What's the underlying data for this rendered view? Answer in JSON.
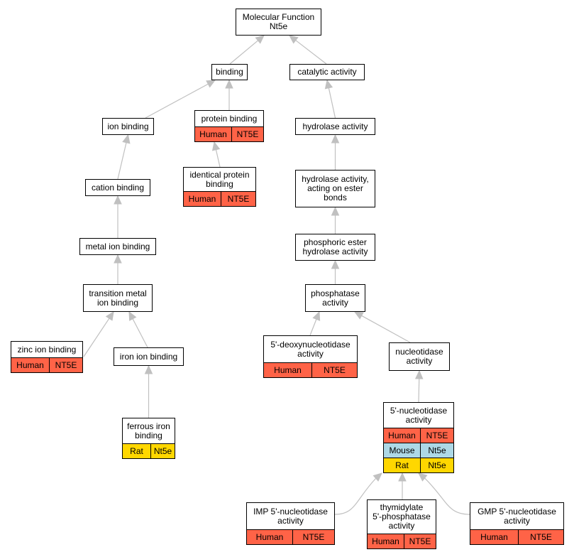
{
  "colors": {
    "edge": "#c0c0c0",
    "species": {
      "Human": "#ff6347",
      "Mouse": "#add8e6",
      "Rat": "#ffd700"
    }
  },
  "nodes": [
    {
      "id": "mf",
      "label": "Molecular Function\nNt5e",
      "rows": []
    },
    {
      "id": "binding",
      "label": "binding",
      "rows": []
    },
    {
      "id": "catalytic",
      "label": "catalytic activity",
      "rows": []
    },
    {
      "id": "ionbinding",
      "label": "ion binding",
      "rows": []
    },
    {
      "id": "proteinbinding",
      "label": "protein binding",
      "rows": [
        {
          "species": "Human",
          "gene": "NT5E"
        }
      ]
    },
    {
      "id": "hydrolase",
      "label": "hydrolase activity",
      "rows": []
    },
    {
      "id": "identical",
      "label": "identical protein\nbinding",
      "rows": [
        {
          "species": "Human",
          "gene": "NT5E"
        }
      ]
    },
    {
      "id": "cation",
      "label": "cation binding",
      "rows": []
    },
    {
      "id": "hydroester",
      "label": "hydrolase activity,\nacting on ester\nbonds",
      "rows": []
    },
    {
      "id": "phosphoric",
      "label": "phosphoric ester\nhydrolase activity",
      "rows": []
    },
    {
      "id": "metalion",
      "label": "metal ion binding",
      "rows": []
    },
    {
      "id": "transition",
      "label": "transition metal\nion binding",
      "rows": []
    },
    {
      "id": "phosphatase",
      "label": "phosphatase\nactivity",
      "rows": []
    },
    {
      "id": "zinc",
      "label": "zinc ion binding",
      "rows": [
        {
          "species": "Human",
          "gene": "NT5E"
        }
      ]
    },
    {
      "id": "iron",
      "label": "iron ion binding",
      "rows": []
    },
    {
      "id": "deoxy",
      "label": "5'-deoxynucleotidase\nactivity",
      "rows": [
        {
          "species": "Human",
          "gene": "NT5E"
        }
      ]
    },
    {
      "id": "nucleotidase",
      "label": "nucleotidase\nactivity",
      "rows": []
    },
    {
      "id": "n5",
      "label": "5'-nucleotidase\nactivity",
      "rows": [
        {
          "species": "Human",
          "gene": "NT5E"
        },
        {
          "species": "Mouse",
          "gene": "Nt5e"
        },
        {
          "species": "Rat",
          "gene": "Nt5e"
        }
      ]
    },
    {
      "id": "ferrous",
      "label": "ferrous iron\nbinding",
      "rows": [
        {
          "species": "Rat",
          "gene": "Nt5e"
        }
      ]
    },
    {
      "id": "imp",
      "label": "IMP 5'-nucleotidase\nactivity",
      "rows": [
        {
          "species": "Human",
          "gene": "NT5E"
        }
      ]
    },
    {
      "id": "thymidylate",
      "label": "thymidylate\n5'-phosphatase\nactivity",
      "rows": [
        {
          "species": "Human",
          "gene": "NT5E"
        }
      ]
    },
    {
      "id": "gmp",
      "label": "GMP 5'-nucleotidase\nactivity",
      "rows": [
        {
          "species": "Human",
          "gene": "NT5E"
        }
      ]
    }
  ],
  "edges": [
    {
      "from": "binding",
      "to": "mf"
    },
    {
      "from": "catalytic",
      "to": "mf"
    },
    {
      "from": "ionbinding",
      "to": "binding"
    },
    {
      "from": "proteinbinding",
      "to": "binding"
    },
    {
      "from": "hydrolase",
      "to": "catalytic"
    },
    {
      "from": "identical",
      "to": "proteinbinding"
    },
    {
      "from": "cation",
      "to": "ionbinding"
    },
    {
      "from": "hydroester",
      "to": "hydrolase"
    },
    {
      "from": "phosphoric",
      "to": "hydroester"
    },
    {
      "from": "metalion",
      "to": "cation"
    },
    {
      "from": "transition",
      "to": "metalion"
    },
    {
      "from": "phosphatase",
      "to": "phosphoric"
    },
    {
      "from": "zinc",
      "to": "transition"
    },
    {
      "from": "iron",
      "to": "transition"
    },
    {
      "from": "deoxy",
      "to": "phosphatase"
    },
    {
      "from": "nucleotidase",
      "to": "phosphatase"
    },
    {
      "from": "n5",
      "to": "nucleotidase"
    },
    {
      "from": "ferrous",
      "to": "iron"
    },
    {
      "from": "imp",
      "to": "n5"
    },
    {
      "from": "thymidylate",
      "to": "n5"
    },
    {
      "from": "gmp",
      "to": "n5"
    }
  ]
}
